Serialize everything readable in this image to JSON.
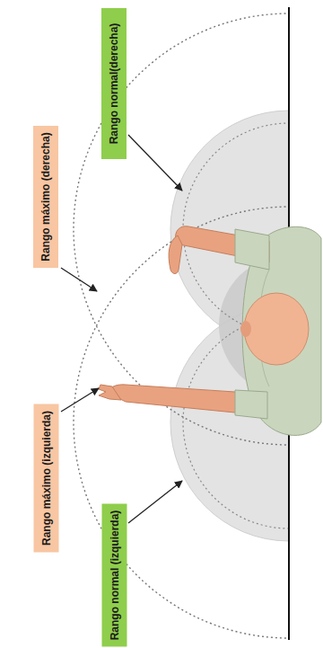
{
  "diagram": {
    "nodes": [
      {
        "text": [
          "Rango normal(derecha)"
        ]
      },
      {
        "text": [
          "Rango máximo (derecha)"
        ]
      },
      {
        "text": [
          "Rango máximo (izquierda)"
        ]
      },
      {
        "text": [
          "Rango normal (izquierda)"
        ]
      }
    ]
  }
}
